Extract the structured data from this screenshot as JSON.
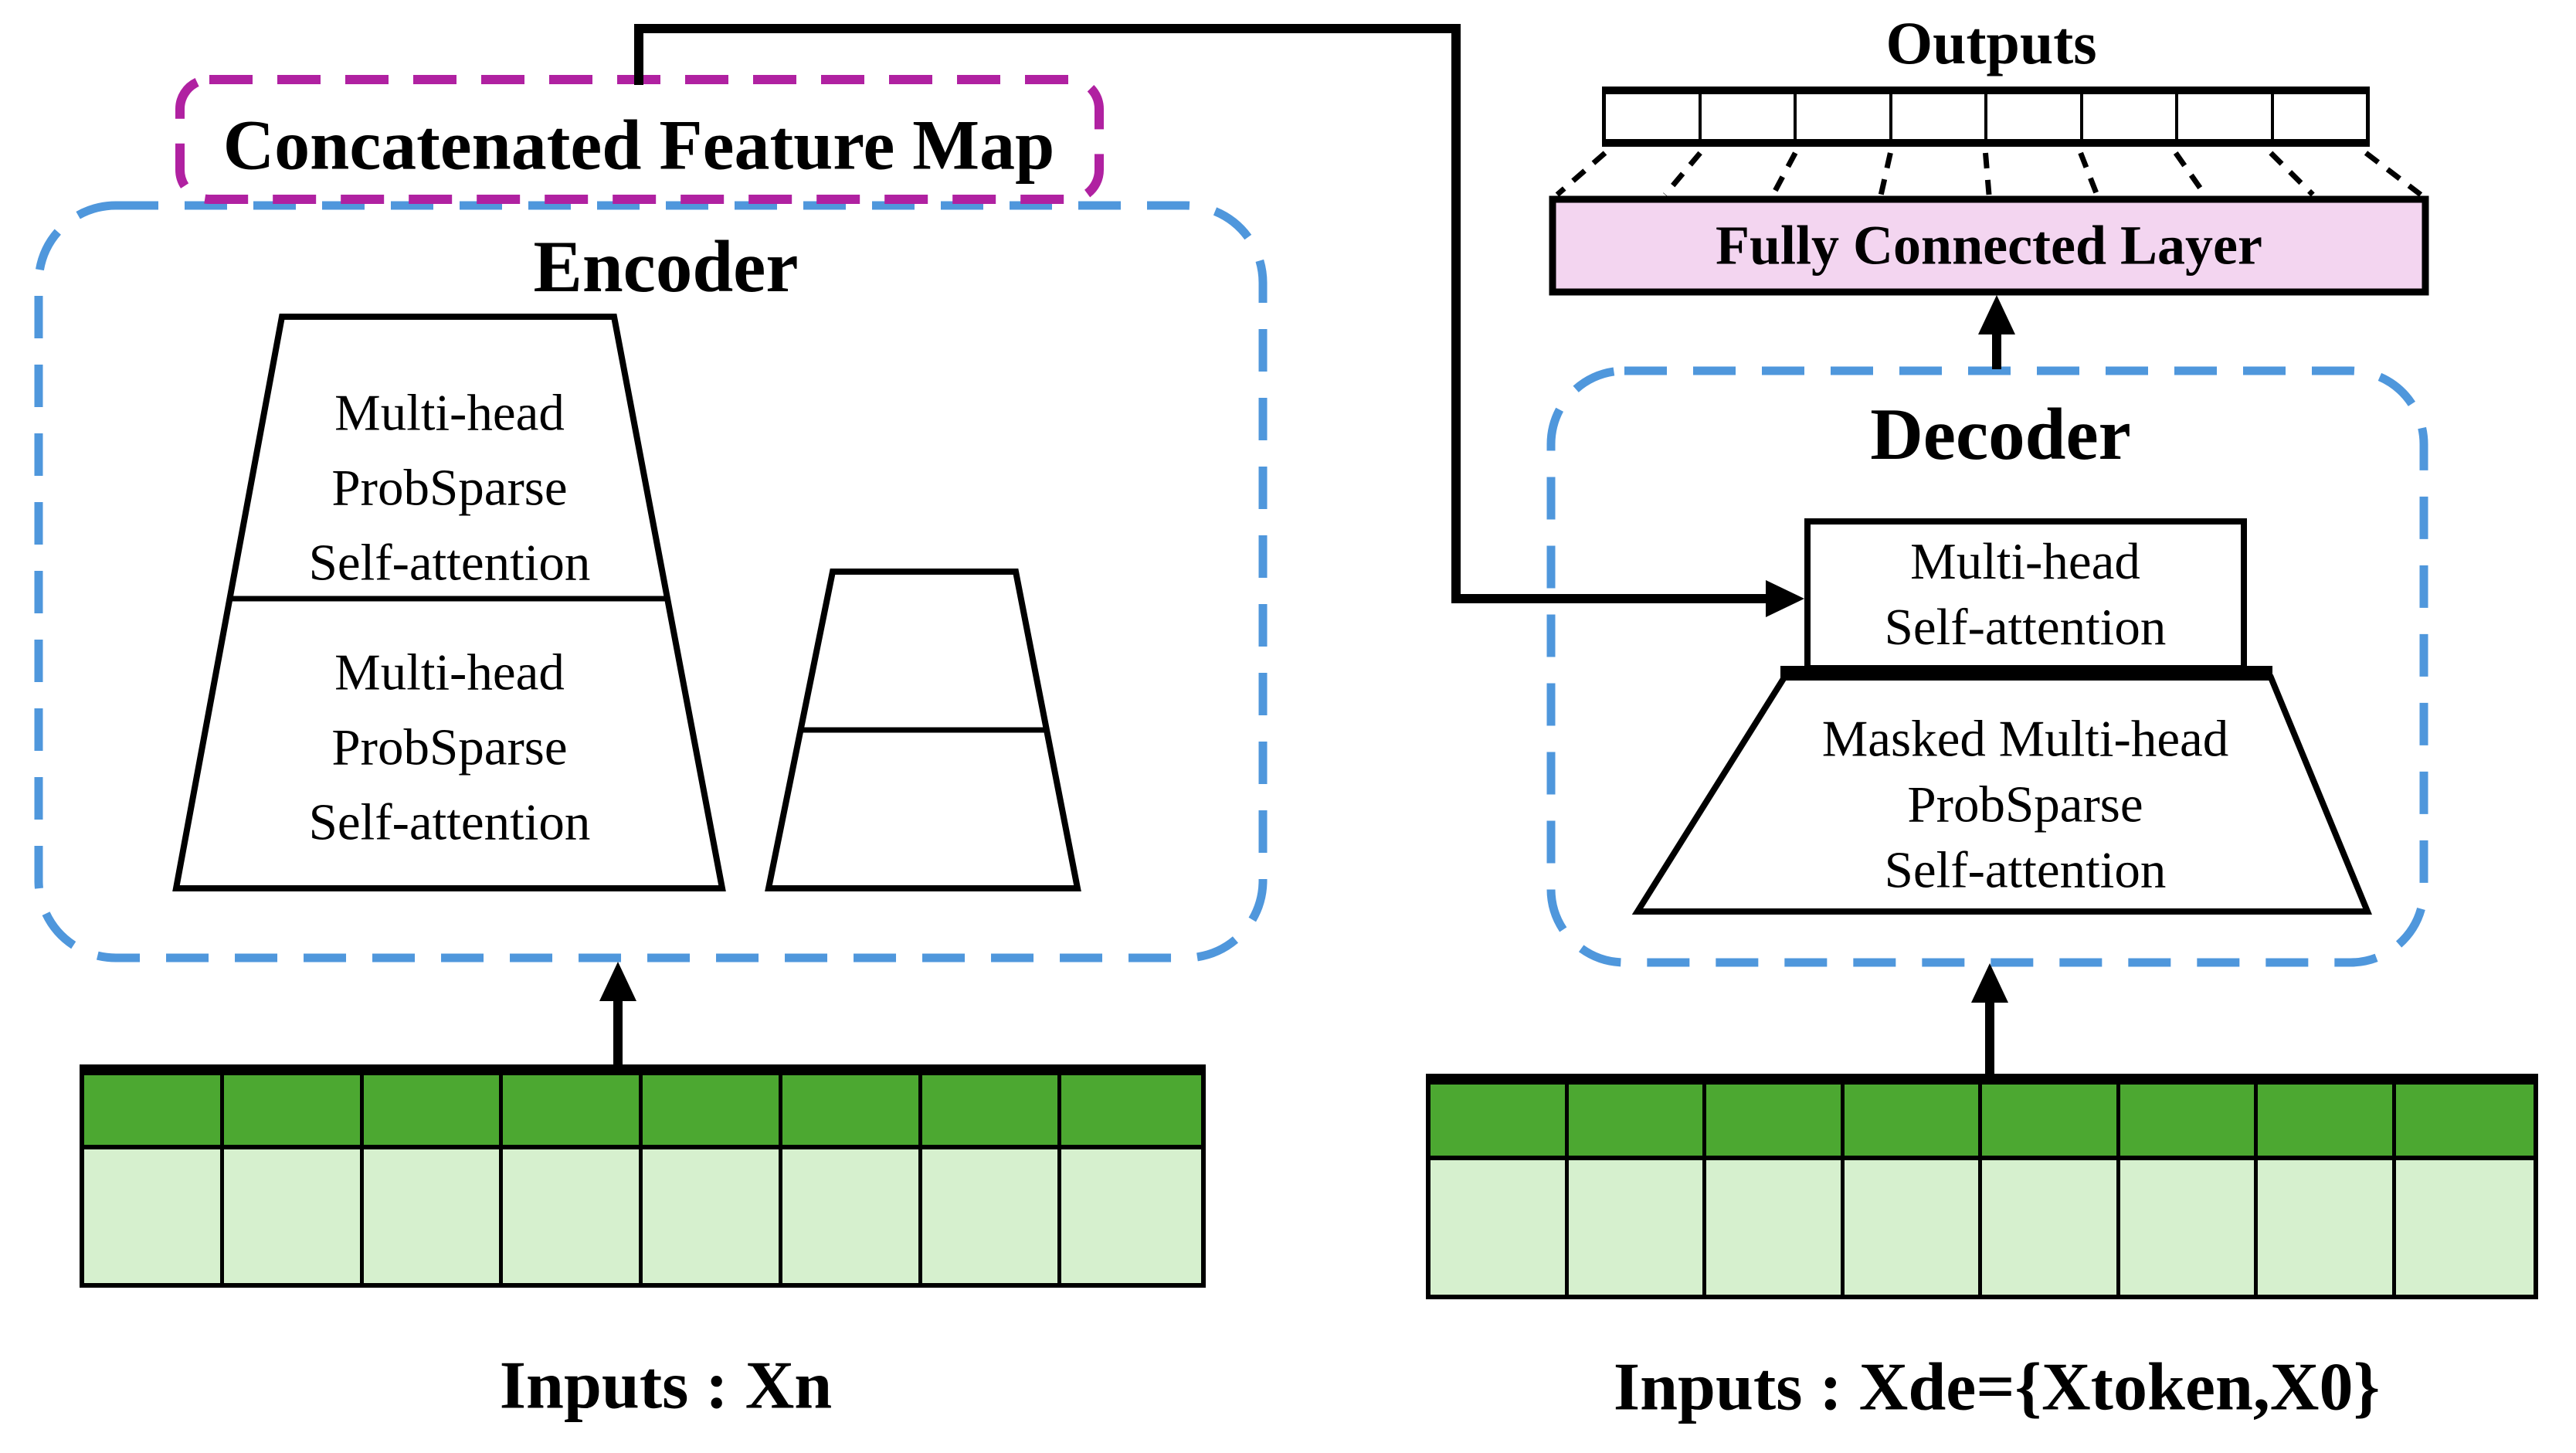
{
  "figure": {
    "type": "architecture-diagram",
    "title_region": "Informer-style encoder-decoder architecture"
  },
  "colors": {
    "dark_green": "#4CA831",
    "light_green": "#D6F0CE",
    "magenta_dash": "#B021A1",
    "blue_dash": "#4F97DC",
    "pink_fc": "#F3D5F0",
    "line_black": "#000000",
    "background": "#FFFFFF"
  },
  "left": {
    "feature_map_label": "Concatenated Feature Map",
    "encoder_label": "Encoder",
    "encoder_trapezoid_top": {
      "lines": [
        "Multi-head",
        "ProbSparse",
        "Self-attention"
      ]
    },
    "encoder_trapezoid_bottom": {
      "lines": [
        "Multi-head",
        "ProbSparse",
        "Self-attention"
      ]
    },
    "small_trapezoid": {
      "lines": []
    },
    "input_label": "Inputs : Xn",
    "input_grid": {
      "columns": 8,
      "dark_rows": 1,
      "light_rows": 1
    }
  },
  "right": {
    "outputs_label": "Outputs",
    "output_cells": {
      "count": 8
    },
    "fan": {
      "count": 9
    },
    "fc_label": "Fully Connected Layer",
    "decoder_label": "Decoder",
    "msa_box": {
      "lines": [
        "Multi-head",
        "Self-attention"
      ]
    },
    "masked_trapezoid": {
      "lines": [
        "Masked Multi-head",
        "ProbSparse",
        "Self-attention"
      ]
    },
    "input_label": "Inputs : Xde={Xtoken,X0}",
    "input_grid": {
      "columns": 8,
      "dark_rows": 1,
      "light_rows": 1
    }
  }
}
